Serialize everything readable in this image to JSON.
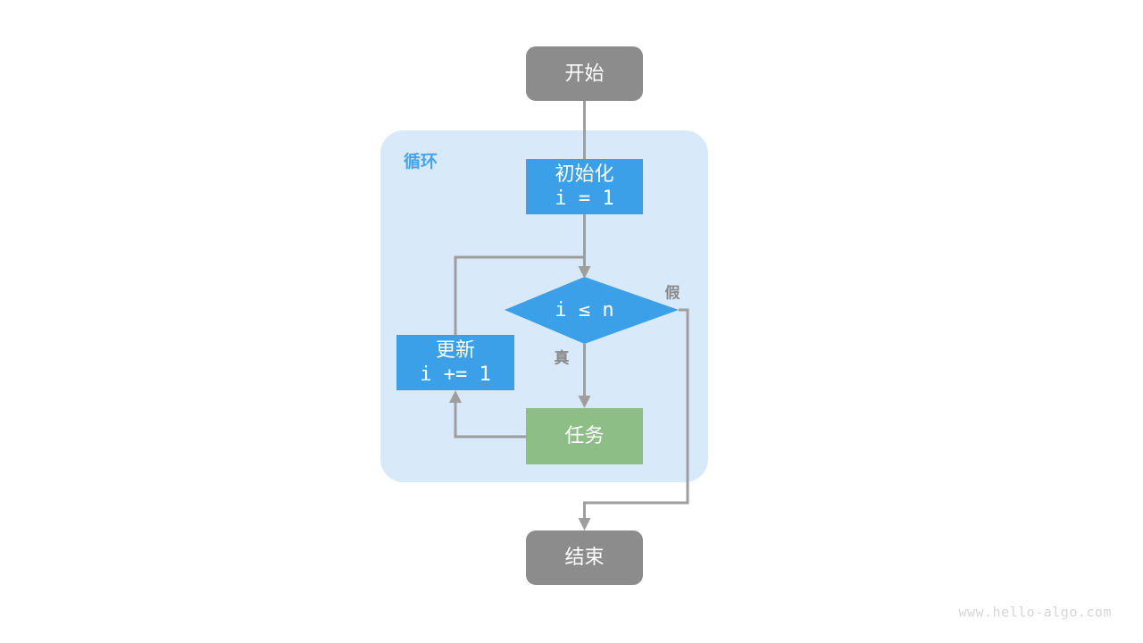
{
  "diagram": {
    "title_watermark": "www.hello-algo.com",
    "colors": {
      "terminal": "#8c8c8c",
      "process_blue": "#3ba0e8",
      "task_green": "#8cbe86",
      "group_bg": "#d8eaf9",
      "connector": "#9e9e9e",
      "group_label": "#4aa3e8",
      "edge_label": "#8a8a8a",
      "node_text": "#ffffff",
      "watermark": "#d6d6d6",
      "page_bg": "#ffffff"
    },
    "group": {
      "label": "循环"
    },
    "nodes": {
      "start": {
        "label": "开始",
        "shape": "rounded-rect",
        "color": "#8c8c8c"
      },
      "init": {
        "line1": "初始化",
        "line2": "i = 1",
        "shape": "rect",
        "color": "#3ba0e8"
      },
      "condition": {
        "label": "i ≤ n",
        "shape": "diamond",
        "color": "#3ba0e8"
      },
      "update": {
        "line1": "更新",
        "line2": "i += 1",
        "shape": "rect",
        "color": "#3ba0e8"
      },
      "task": {
        "label": "任务",
        "shape": "rect",
        "color": "#8cbe86"
      },
      "end": {
        "label": "结束",
        "shape": "rounded-rect",
        "color": "#8c8c8c"
      }
    },
    "edges": {
      "true_label": "真",
      "false_label": "假"
    }
  }
}
